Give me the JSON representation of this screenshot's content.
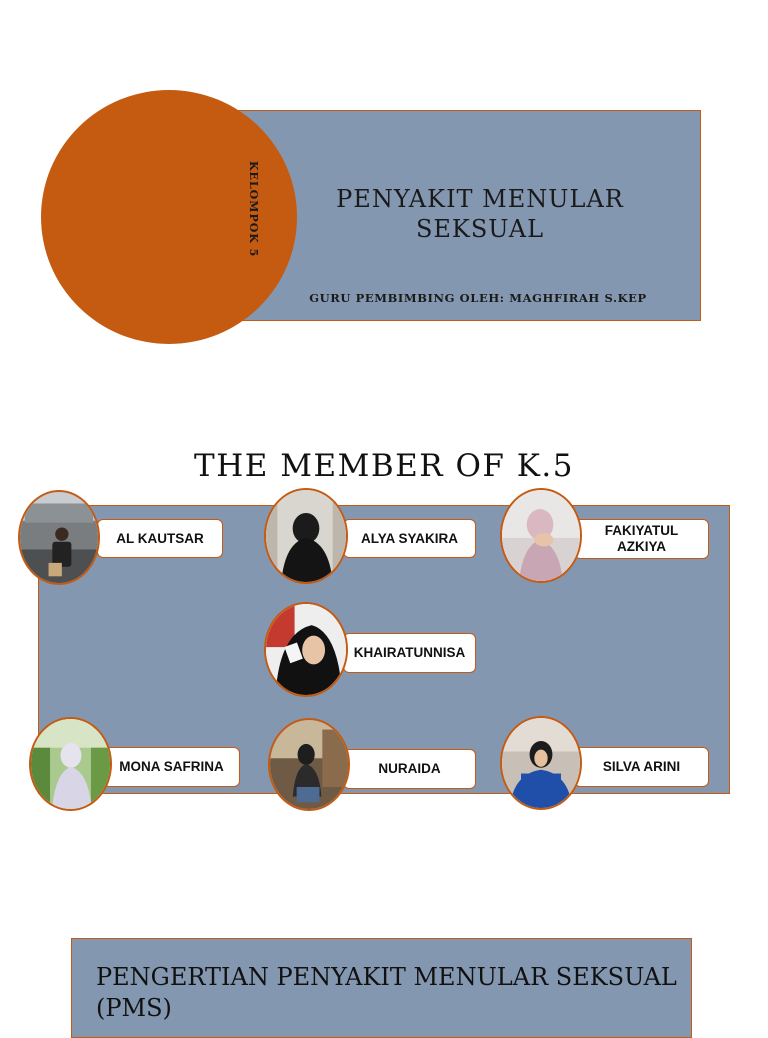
{
  "cover": {
    "kelompok": "KELOMPOK 5",
    "title": "PENYAKIT MENULAR SEKSUAL",
    "teacher_line": "GURU PEMBIMBING OLEH: MAGHFIRAH S.KEP"
  },
  "members_slide": {
    "title": "THE MEMBER OF K.5",
    "members": [
      {
        "name": "AL KAUTSAR"
      },
      {
        "name": "ALYA SYAKIRA"
      },
      {
        "name": "FAKIYATUL AZKIYA"
      },
      {
        "name": "KHAIRATUNNISA"
      },
      {
        "name": "MONA SAFRINA"
      },
      {
        "name": "NURAIDA"
      },
      {
        "name": "SILVA ARINI"
      }
    ]
  },
  "definition_slide": {
    "title": "PENGERTIAN PENYAKIT MENULAR SEKSUAL (PMS)"
  },
  "colors": {
    "panel": "#8497b0",
    "accent": "#c55a11"
  }
}
